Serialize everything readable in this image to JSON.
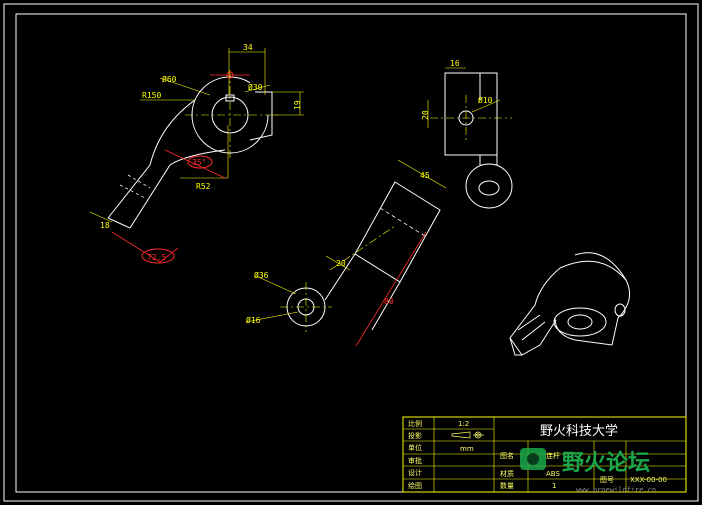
{
  "drawing": {
    "dims_main": {
      "w34": "34",
      "d60": "Ø60",
      "d30": "Ø30",
      "r150": "R150",
      "h19": "19",
      "a35": "35°",
      "r52": "R52",
      "w18": "18",
      "a725": "72.5"
    },
    "dims_side": {
      "w16": "16",
      "h20": "20",
      "d10": "Ø10"
    },
    "dims_aux": {
      "w45": "45",
      "w20": "20",
      "d36": "Ø36",
      "d16": "Ø16",
      "l80": "80"
    }
  },
  "title_block": {
    "school": "野火科技大学",
    "labels": {
      "scale": "比例",
      "mark": "投影",
      "unit": "单位",
      "hand": "审批",
      "design": "设计",
      "check": "绘图",
      "drawing_name": "图名",
      "material": "材质",
      "drawing_no": "图号",
      "qty": "数量"
    },
    "values": {
      "scale": "1:2",
      "unit": "mm",
      "part_name": "连杆",
      "material": "ABS",
      "drawing_no": "XXX-00-00",
      "qty": "1"
    }
  },
  "watermark": {
    "text": "野火论坛",
    "url": "www.proewildfire.cn"
  },
  "colors": {
    "background": "#000000",
    "geometry": "#ffffff",
    "dimension": "#ffff00",
    "dimension_alt": "#ff2a2a",
    "watermark": "#1aa84a"
  }
}
